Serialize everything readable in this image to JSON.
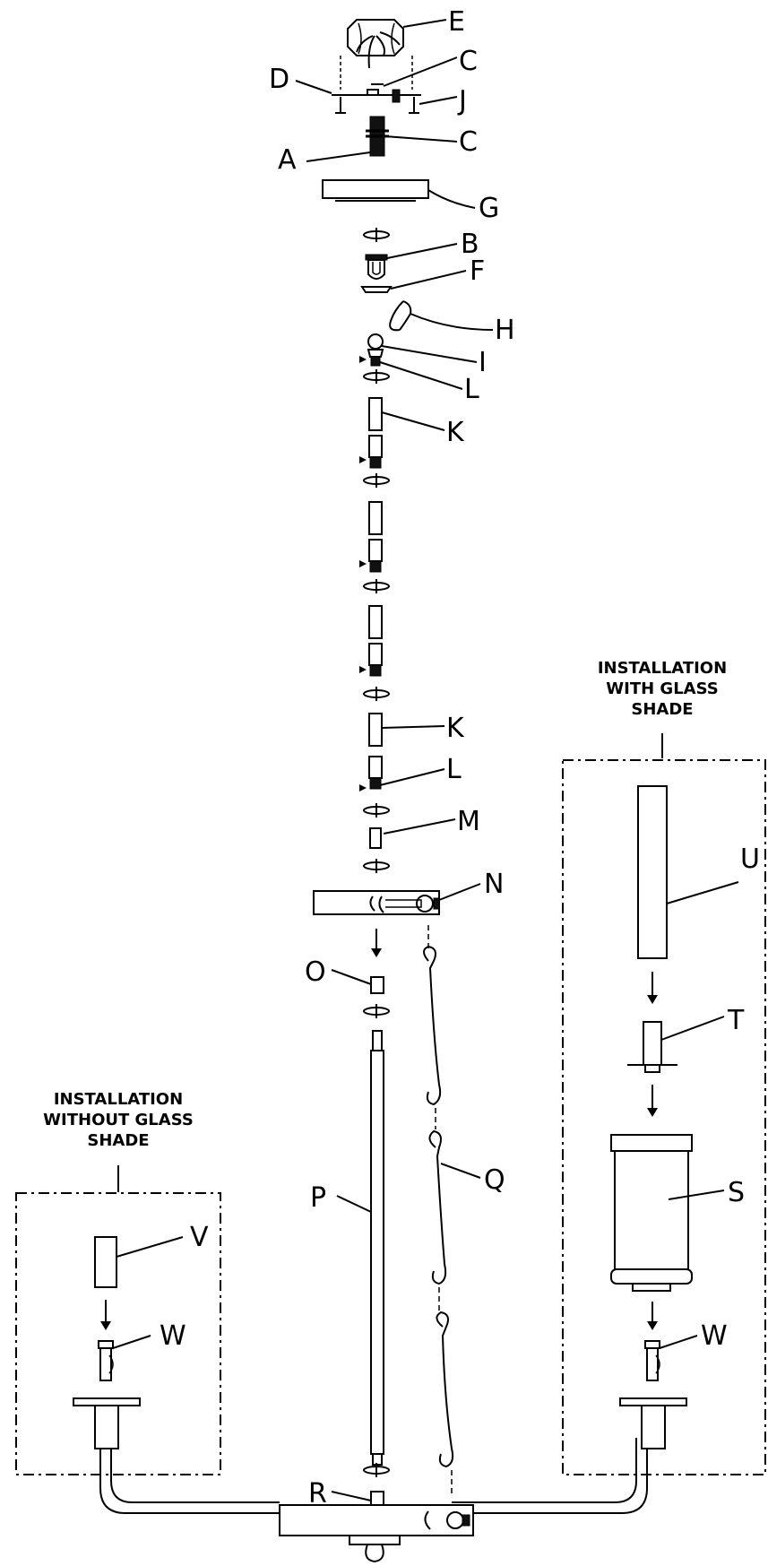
{
  "labels": {
    "A": "A",
    "B": "B",
    "C": "C",
    "D": "D",
    "E": "E",
    "F": "F",
    "G": "G",
    "H": "H",
    "I": "I",
    "J": "J",
    "K": "K",
    "L": "L",
    "M": "M",
    "N": "N",
    "O": "O",
    "P": "P",
    "Q": "Q",
    "R": "R",
    "S": "S",
    "T": "T",
    "U": "U",
    "V": "V",
    "W": "W"
  },
  "captions": {
    "with_shade": [
      "INSTALLATION",
      "WITH GLASS",
      "SHADE"
    ],
    "without_shade": [
      "INSTALLATION",
      "WITHOUT GLASS",
      "SHADE"
    ]
  }
}
